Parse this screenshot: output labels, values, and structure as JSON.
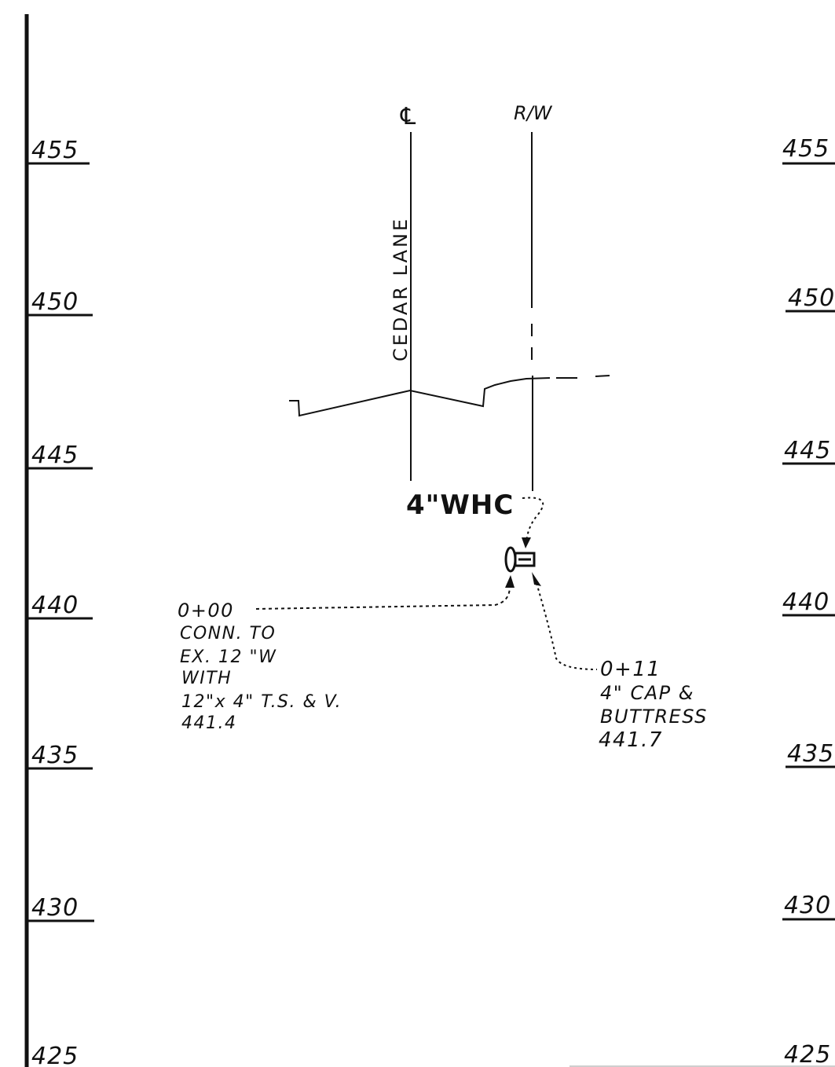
{
  "elevations": {
    "left": [
      "455",
      "450",
      "445",
      "440",
      "435",
      "430",
      "425"
    ],
    "right": [
      "455",
      "450",
      "445",
      "440",
      "435",
      "430",
      "425"
    ]
  },
  "labels": {
    "centerline": "℄",
    "right_of_way": "R/W",
    "street": "CEDAR LANE",
    "pipe": "4\"WHC"
  },
  "start_note": {
    "lines": [
      "0+00",
      "CONN. TO",
      "EX. 12 \"W",
      "WITH",
      "12\"x 4\" T.S. & V.",
      "441.4"
    ]
  },
  "end_note": {
    "lines": [
      "0+11",
      "4\" CAP &",
      "BUTTRESS",
      "441.7"
    ]
  }
}
